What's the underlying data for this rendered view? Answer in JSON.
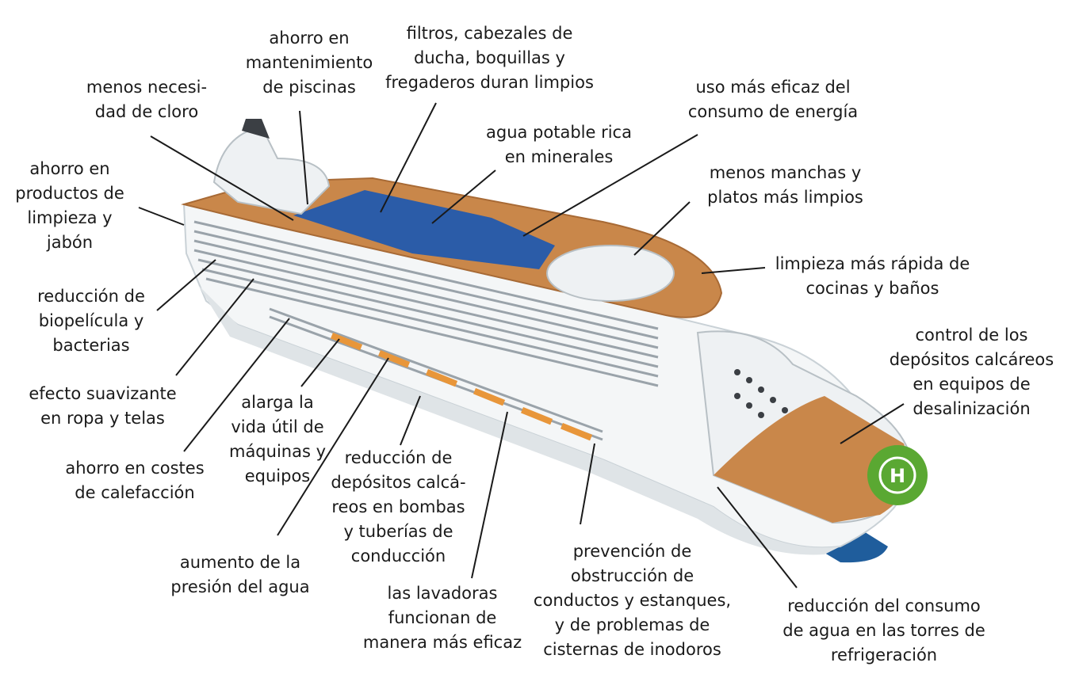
{
  "labels": {
    "mantenimiento_piscinas": "ahorro en\nmantenimiento\nde piscinas",
    "filtros": "filtros, cabezales de\nducha, boquillas y\nfregaderos duran limpios",
    "cloro": "menos necesi-\ndad de cloro",
    "energia": "uso más eficaz del\nconsumo de energía",
    "agua_potable": "agua potable rica\nen minerales",
    "limpieza_jabon": "ahorro en\nproductos de\nlimpieza y\njabón",
    "manchas": "menos manchas y\nplatos más limpios",
    "cocinas": "limpieza más rápida de\ncocinas y baños",
    "biopelicula": "reducción de\nbiopelícula y\nbacterias",
    "desalinizacion": "control de los\ndepósitos calcáreos\nen equipos de\ndesalinización",
    "suavizante": "efecto suavizante\nen ropa y telas",
    "vida_util": "alarga la\nvida útil de\nmáquinas y\nequipos",
    "calefaccion": "ahorro en costes\nde calefacción",
    "bombas": "reducción de\ndepósitos calcá-\nreos en bombas\ny tuberías de\nconducción",
    "presion": "aumento de la\npresión del agua",
    "lavadoras": "las lavadoras\nfuncionan de\nmanera más eficaz",
    "obstruccion": "prevención de\nobstrucción de\nconductos y estanques,\ny de problemas de\ncisternas de inodoros",
    "refrigeracion": "reducción del consumo\nde agua en las torres de\nrefrigeración"
  },
  "helipad_letter": "H",
  "colors": {
    "hull": "#f4f6f7",
    "hull_shadow": "#dfe4e7",
    "deck_wood": "#c9874a",
    "pool_blue": "#2b5ca8",
    "window_gray": "#9aa3aa",
    "orange_band": "#e8963a",
    "helipad": "#5aa832",
    "keel": "#1f5d9c",
    "leader": "#1a1a1a"
  }
}
